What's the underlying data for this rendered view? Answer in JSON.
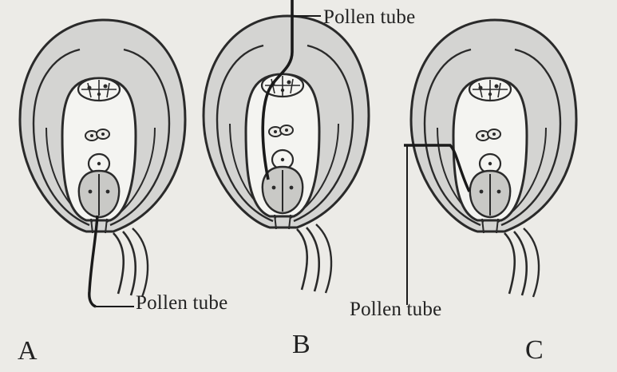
{
  "labels": {
    "pollen_tube_top": "Pollen tube",
    "pollen_tube_bottom_a": "Pollen tube",
    "pollen_tube_bottom_c": "Pollen tube"
  },
  "panels": [
    {
      "id": "A",
      "label": "A"
    },
    {
      "id": "B",
      "label": "B"
    },
    {
      "id": "C",
      "label": "C"
    }
  ],
  "colors": {
    "background": "#ecebe7",
    "integument_fill": "#d4d4d2",
    "line": "#2a2a2a"
  }
}
